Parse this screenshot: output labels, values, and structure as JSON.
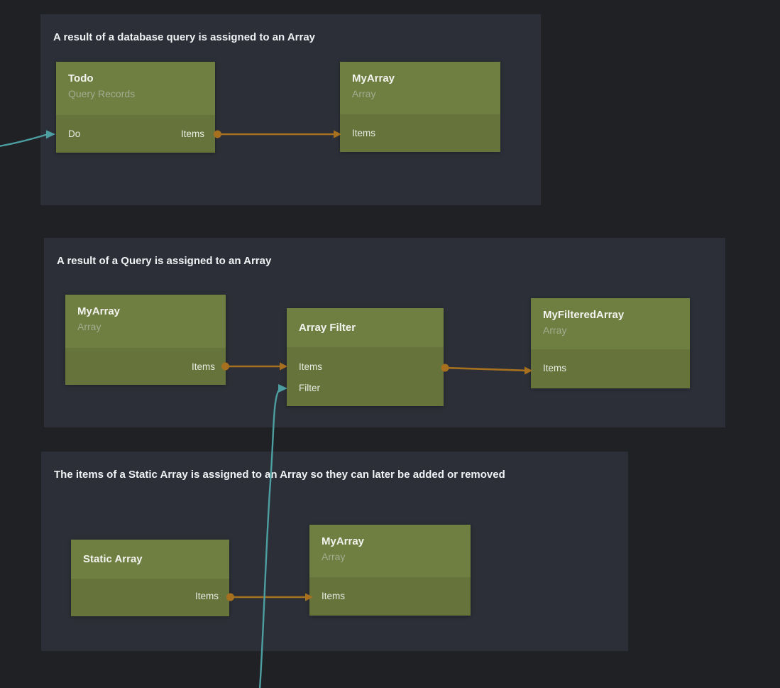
{
  "colors": {
    "canvas_bg": "#1f2125",
    "group_bg": "#2c2f37",
    "node_header": "#6f7e41",
    "node_body": "#66743c",
    "node_title": "#f2f3ee",
    "node_subtitle": "#a3ac90",
    "port_label": "#e8ebe2",
    "group_title": "#eff1f3",
    "wire_orange": "#a7701f",
    "wire_teal": "#4d9ea1"
  },
  "groups": [
    {
      "title": "A result of a database query is assigned to an Array"
    },
    {
      "title": "A result of a Query is assigned to an Array"
    },
    {
      "title": "The items of a Static Array is assigned to an Array so they can later be added or removed"
    }
  ],
  "nodes": [
    {
      "title": "Todo",
      "subtitle": "Query Records",
      "ports": [
        {
          "label": "Do",
          "direction": "input"
        },
        {
          "label": "Items",
          "direction": "output"
        }
      ]
    },
    {
      "title": "MyArray",
      "subtitle": "Array",
      "ports": [
        {
          "label": "Items",
          "direction": "input"
        }
      ]
    },
    {
      "title": "MyArray",
      "subtitle": "Array",
      "ports": [
        {
          "label": "Items",
          "direction": "output"
        }
      ]
    },
    {
      "title": "Array Filter",
      "subtitle": "",
      "ports": [
        {
          "label": "Items",
          "direction": "input"
        },
        {
          "label": "Filter",
          "direction": "input"
        }
      ]
    },
    {
      "title": "MyFilteredArray",
      "subtitle": "Array",
      "ports": [
        {
          "label": "Items",
          "direction": "input"
        }
      ]
    },
    {
      "title": "Static Array",
      "subtitle": "",
      "ports": [
        {
          "label": "Items",
          "direction": "output"
        }
      ]
    },
    {
      "title": "MyArray",
      "subtitle": "Array",
      "ports": [
        {
          "label": "Items",
          "direction": "input"
        }
      ]
    }
  ],
  "connections": [
    {
      "from": "Todo.Items",
      "to": "MyArray.Items",
      "color": "#a7701f"
    },
    {
      "from": "MyArray.Items",
      "to": "Array Filter.Items",
      "color": "#a7701f"
    },
    {
      "from": "Array Filter.Items",
      "to": "MyFilteredArray.Items",
      "color": "#a7701f"
    },
    {
      "from": "Static Array.Items",
      "to": "MyArray.Items",
      "color": "#a7701f"
    },
    {
      "from": "offscreen-left",
      "to": "Todo.Do",
      "color": "#4d9ea1"
    },
    {
      "from": "offscreen-bottom",
      "to": "Array Filter.Filter",
      "color": "#4d9ea1"
    }
  ]
}
